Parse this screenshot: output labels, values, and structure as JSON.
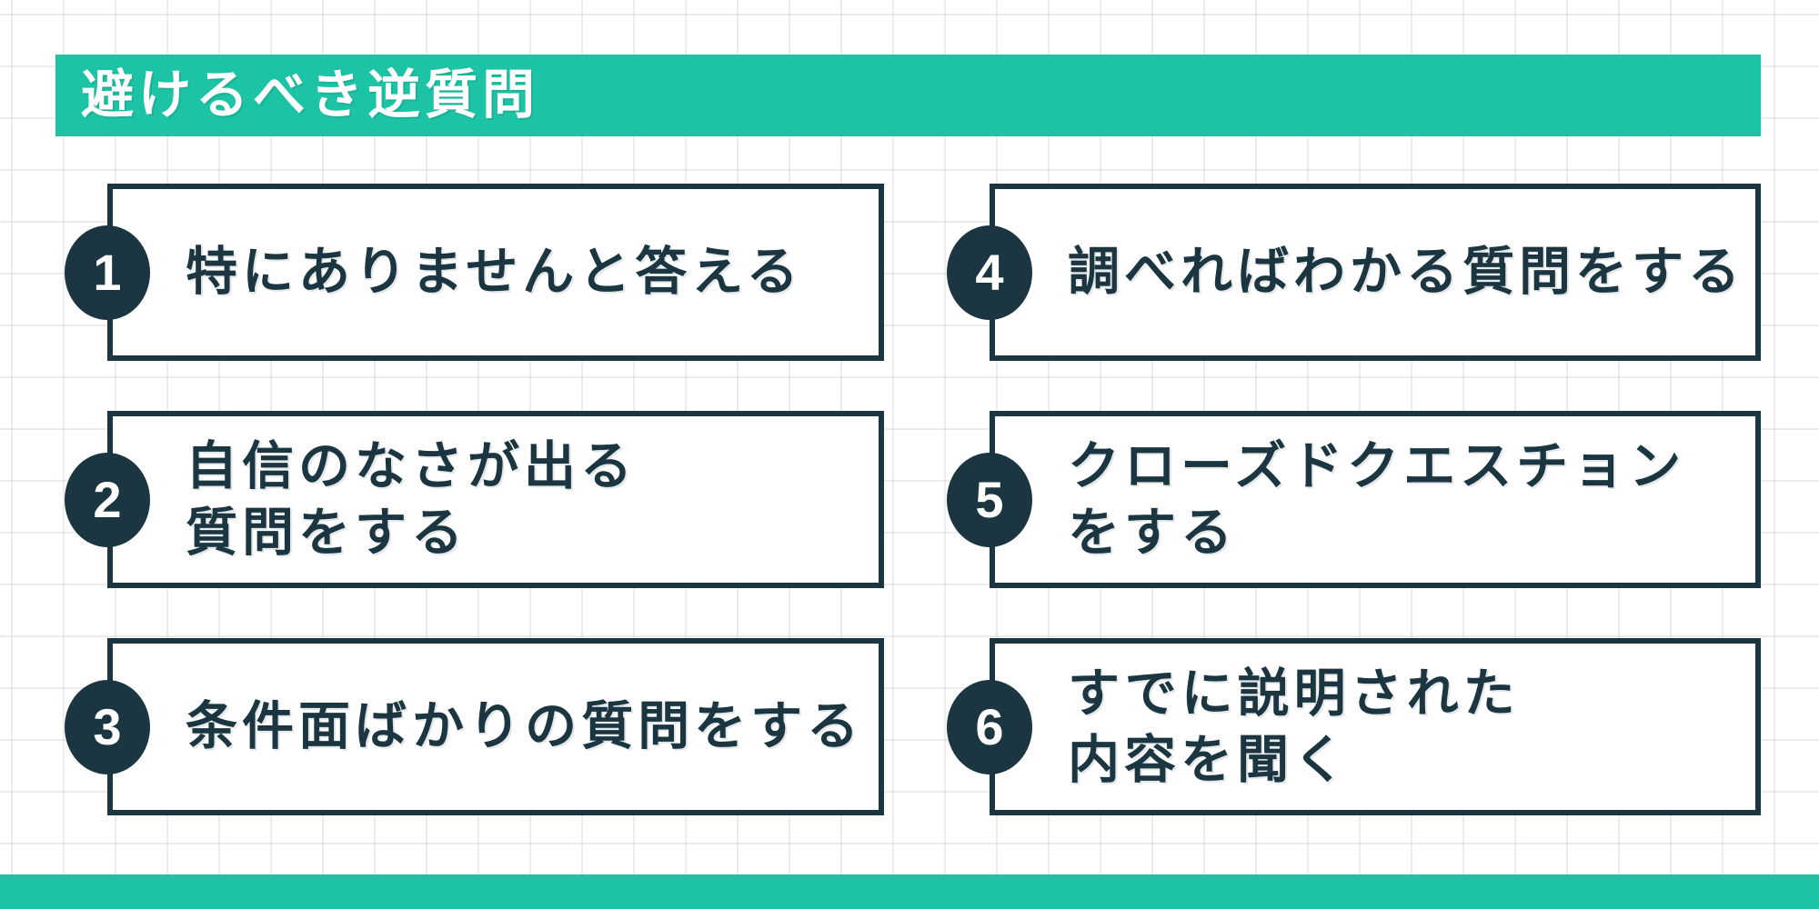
{
  "colors": {
    "accent_green": "#1dc3a5",
    "dark_navy": "#1b3640"
  },
  "header": {
    "title": "避けるべき逆質問"
  },
  "items": [
    {
      "number": "1",
      "text": "特にありませんと答える"
    },
    {
      "number": "2",
      "text": "自信のなさが出る\n質問をする"
    },
    {
      "number": "3",
      "text": "条件面ばかりの質問をする"
    },
    {
      "number": "4",
      "text": "調べればわかる質問をする"
    },
    {
      "number": "5",
      "text": "クローズドクエスチョン\nをする"
    },
    {
      "number": "6",
      "text": "すでに説明された\n内容を聞く"
    }
  ]
}
